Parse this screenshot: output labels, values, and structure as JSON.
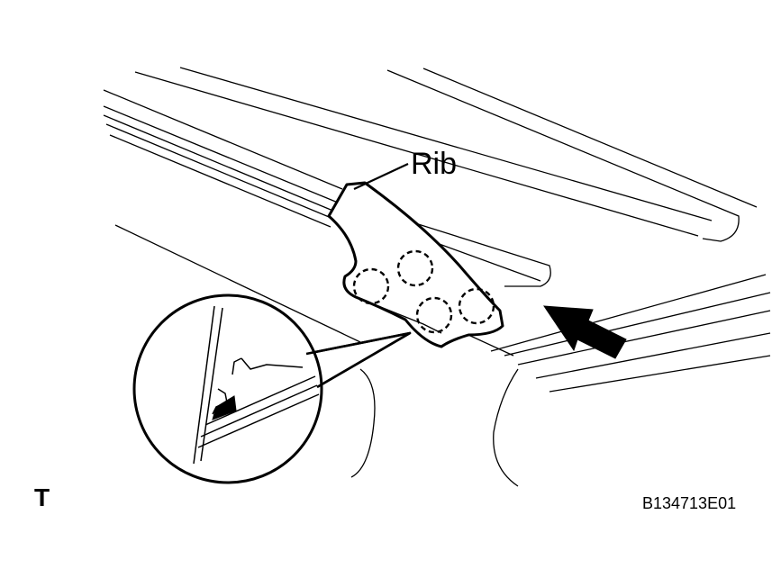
{
  "callouts": {
    "rib_label": "Rib"
  },
  "view_letter": "T",
  "figure_code": "B134713E01",
  "colors": {
    "ink": "#000000",
    "paper": "#ffffff"
  },
  "icons": {
    "arrow": "push-direction-arrow-icon",
    "clip": "clip-location-dashed-circle-icon",
    "magnifier": "detail-magnifier-circle-icon"
  }
}
